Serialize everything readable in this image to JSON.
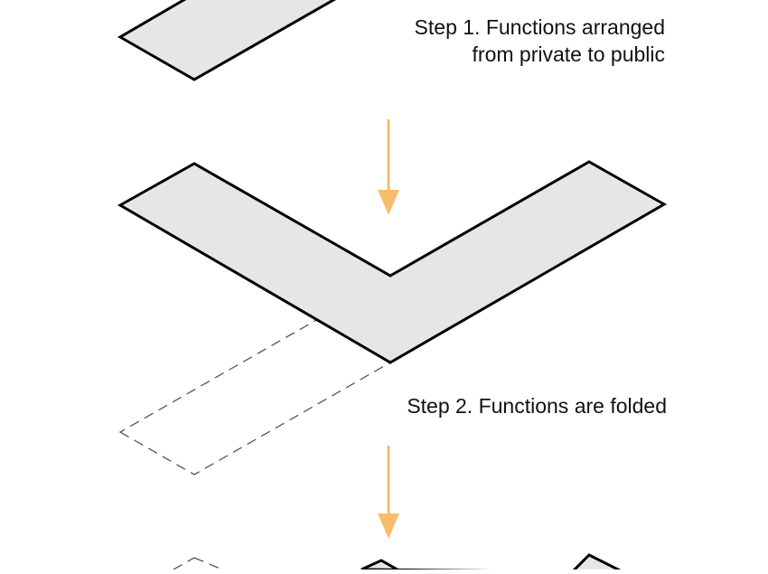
{
  "diagram": {
    "steps": [
      {
        "label_lines": [
          "Step 1. Functions arranged",
          "from private to public"
        ]
      },
      {
        "label_lines": [
          "Step 2. Functions are folded"
        ]
      }
    ],
    "colors": {
      "slab_fill": "#e6e6e6",
      "outline": "#000000",
      "dashed_outline": "#555555",
      "arrow": "#f7bd6b",
      "text": "#111111"
    }
  }
}
